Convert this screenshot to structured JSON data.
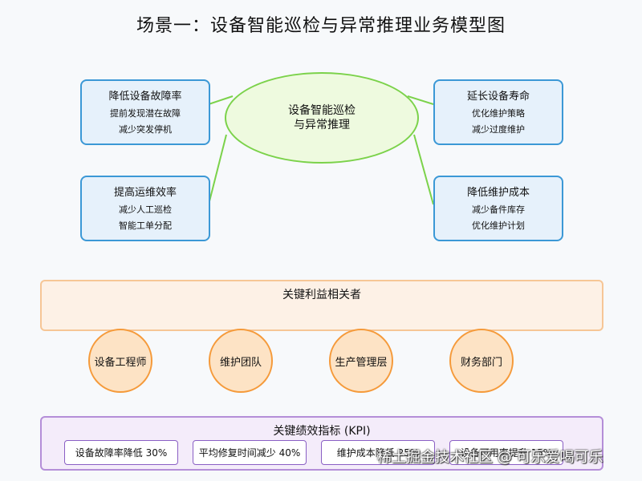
{
  "title": "场景一：设备智能巡检与异常推理业务模型图",
  "center": {
    "line1": "设备智能巡检",
    "line2": "与异常推理"
  },
  "goals": [
    {
      "title": "降低设备故障率",
      "sub1": "提前发现潜在故障",
      "sub2": "减少突发停机"
    },
    {
      "title": "提高运维效率",
      "sub1": "减少人工巡检",
      "sub2": "智能工单分配"
    },
    {
      "title": "延长设备寿命",
      "sub1": "优化维护策略",
      "sub2": "减少过度维护"
    },
    {
      "title": "降低维护成本",
      "sub1": "减少备件库存",
      "sub2": "优化维护计划"
    }
  ],
  "stakeholders": {
    "title": "关键利益相关者",
    "items": [
      "设备工程师",
      "维护团队",
      "生产管理层",
      "财务部门"
    ]
  },
  "kpi": {
    "title": "关键绩效指标 (KPI)",
    "items": [
      "设备故障率降低 30%",
      "平均修复时间减少 40%",
      "维护成本降低 25%",
      "设备可用率提升 15%"
    ]
  },
  "watermark": "稀土掘金技术社区 @ 可乐爱喝可乐",
  "colors": {
    "goal_border": "#3b98d6",
    "goal_fill": "#e6f1fb",
    "center_border": "#7bd24a",
    "center_fill": "#eefadf",
    "stake_border": "#f59a3a",
    "stake_fill": "#fde3c5",
    "kpi_border": "#8a5fc4",
    "kpi_fill": "#f4ecfa"
  }
}
